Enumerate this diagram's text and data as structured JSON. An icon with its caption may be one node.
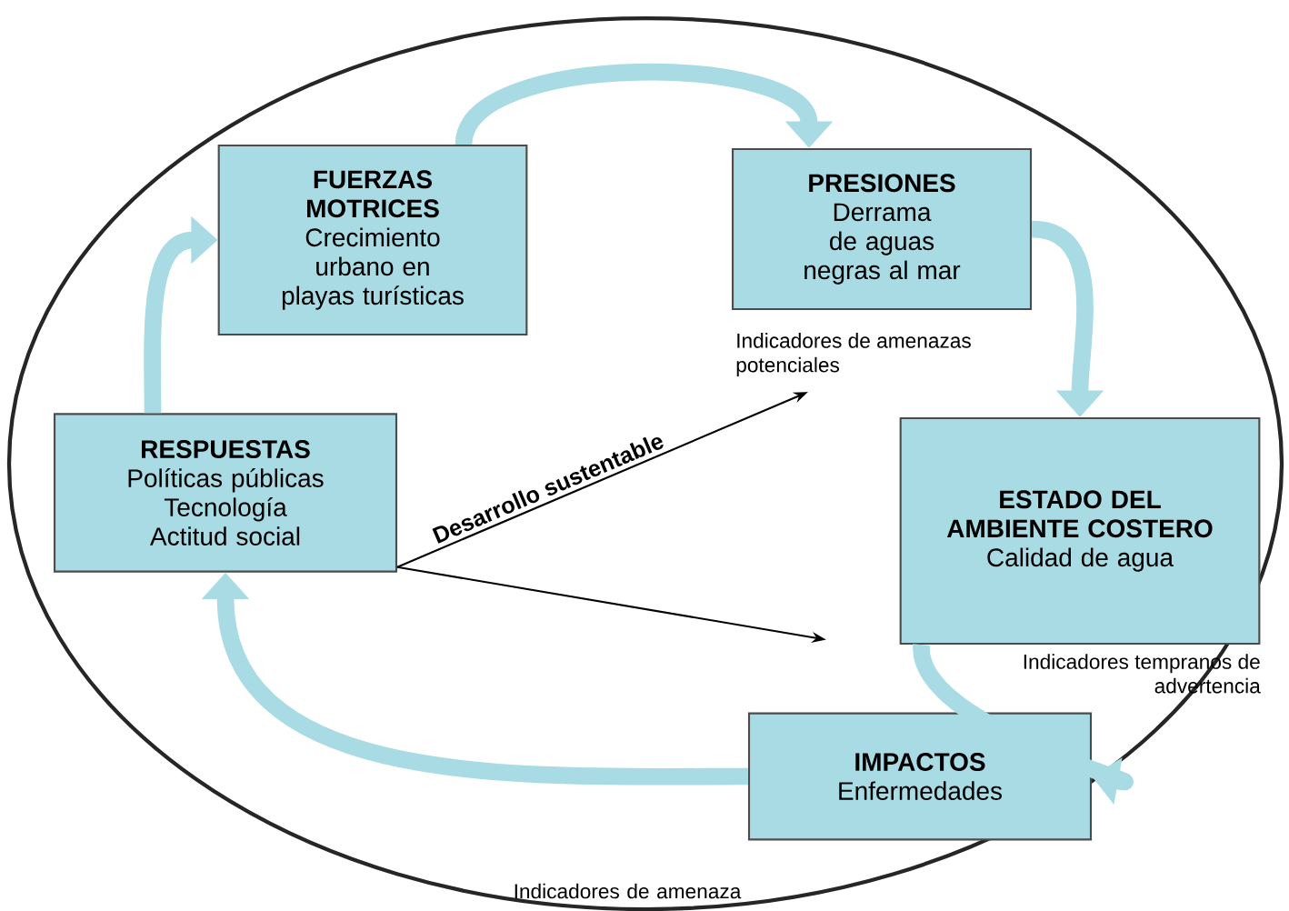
{
  "diagram": {
    "nodes": [
      {
        "text": [
          "FUERZAS MOTRICES",
          "Crecimiento urbano en playas turísticas"
        ]
      },
      {
        "text": [
          "PRESIONES",
          "Derrama de aguas negras al mar"
        ],
        "beside": [
          "Indicadores de amenazas potenciales"
        ]
      },
      {
        "text": [
          "ESTADO DEL AMBIENTE COSTERO",
          "Calidad de agua"
        ],
        "beside": [
          "Indicadores tempranos de advertencia"
        ]
      },
      {
        "text": [
          "IMPACTOS",
          "Enfermedades"
        ],
        "beside": [
          "Indicadores de amenaza"
        ]
      },
      {
        "text": [
          "RESPUESTAS",
          "Políticas públicas Tecnología Actitud social"
        ]
      }
    ],
    "edges": [
      {
        "from": 0,
        "to": 1,
        "arrow": "to"
      },
      {
        "from": 1,
        "to": 2,
        "arrow": "to"
      },
      {
        "from": 2,
        "to": 3,
        "arrow": "to"
      },
      {
        "from": 3,
        "to": 4,
        "arrow": "to"
      },
      {
        "from": 4,
        "to": 0,
        "arrow": "to"
      },
      {
        "from": 4,
        "to": 1,
        "arrow": "to",
        "label": "Desarrollo sustentable",
        "color": "#000000"
      },
      {
        "from": 4,
        "to": 3,
        "arrow": "to",
        "color": "#000000"
      }
    ]
  }
}
